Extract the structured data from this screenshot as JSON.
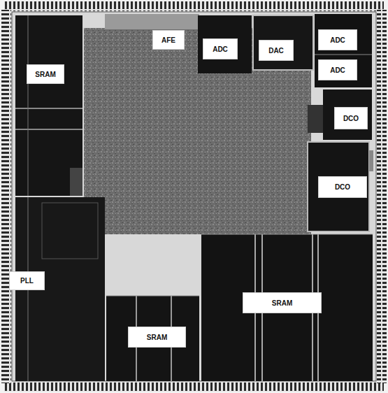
{
  "diagram": {
    "nodes": [
      {
        "text": [
          "AFE"
        ]
      },
      {
        "text": [
          "ADC"
        ]
      },
      {
        "text": [
          "DAC"
        ]
      },
      {
        "text": [
          "ADC"
        ]
      },
      {
        "text": [
          "ADC"
        ]
      },
      {
        "text": [
          "SRAM"
        ]
      },
      {
        "text": [
          "DCO"
        ]
      },
      {
        "text": [
          "DCO"
        ]
      },
      {
        "text": [
          "PLL"
        ]
      },
      {
        "text": [
          "SRAM"
        ]
      },
      {
        "text": [
          "SRAM"
        ]
      }
    ]
  }
}
